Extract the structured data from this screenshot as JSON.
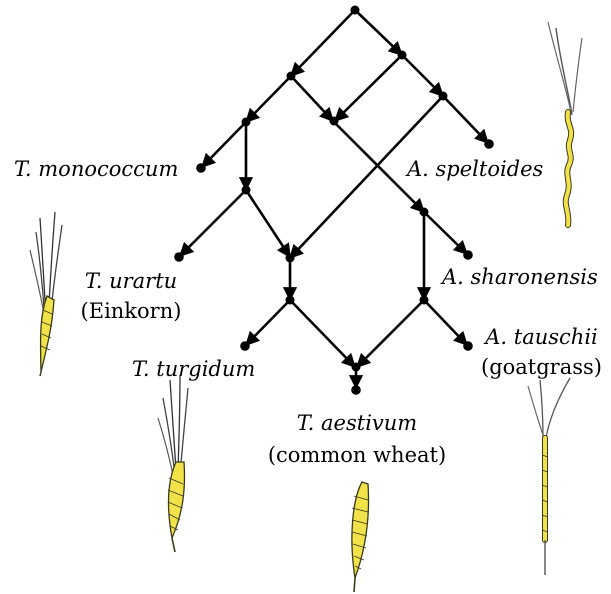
{
  "labels": {
    "monococcum": "T. monococcum",
    "speltoides": "A. speltoides",
    "urartu": "T. urartu",
    "urartu_common": "(Einkorn)",
    "sharonensis": "A. sharonensis",
    "tauschii": "A. tauschii",
    "tauschii_common": "(goatgrass)",
    "turgidum": "T. turgidum",
    "aestivum": "T. aestivum",
    "aestivum_common": "(common wheat)"
  },
  "colors": {
    "edge": "#000000",
    "node": "#000000",
    "grain": "#f2e24a",
    "grain_outline": "#3a3a1a",
    "awn": "#555555"
  },
  "icons": [
    "wheat-ear-illustration"
  ]
}
